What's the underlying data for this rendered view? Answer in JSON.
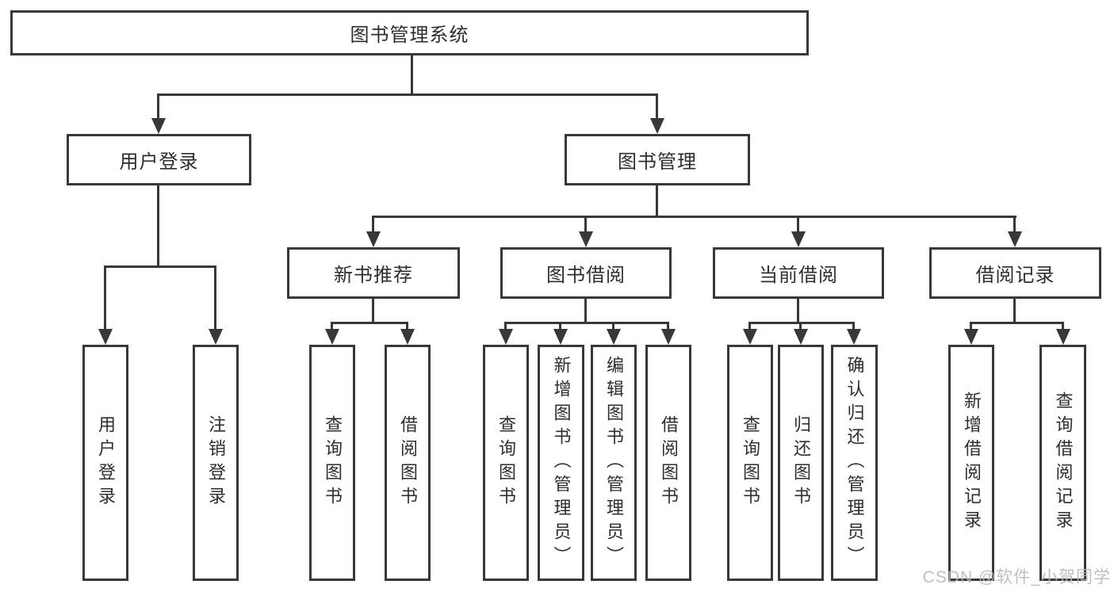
{
  "diagram": {
    "tree": {
      "label": "图书管理系统",
      "children": [
        {
          "label": "用户登录",
          "children": [
            {
              "label": "用户登录"
            },
            {
              "label": "注销登录"
            }
          ]
        },
        {
          "label": "图书管理",
          "children": [
            {
              "label": "新书推荐",
              "children": [
                {
                  "label": "查询图书"
                },
                {
                  "label": "借阅图书"
                }
              ]
            },
            {
              "label": "图书借阅",
              "children": [
                {
                  "label": "查询图书"
                },
                {
                  "label": "新增图书（管理员）"
                },
                {
                  "label": "编辑图书（管理员）"
                },
                {
                  "label": "借阅图书"
                }
              ]
            },
            {
              "label": "当前借阅",
              "children": [
                {
                  "label": "查询图书"
                },
                {
                  "label": "归还图书"
                },
                {
                  "label": "确认归还（管理员）"
                }
              ]
            },
            {
              "label": "借阅记录",
              "children": [
                {
                  "label": "新增借阅记录"
                },
                {
                  "label": "查询借阅记录"
                }
              ]
            }
          ]
        }
      ]
    },
    "colors": {
      "line": "#383838",
      "text": "#2e2e2e",
      "background": "#ffffff",
      "watermark_text": "#b9b9b9"
    }
  },
  "watermark": "CSDN @软件_小贺同学"
}
